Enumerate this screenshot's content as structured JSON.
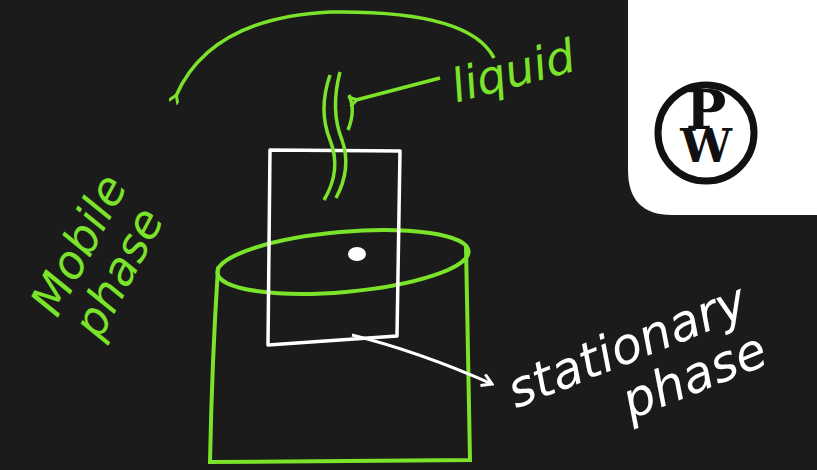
{
  "diagram": {
    "labels": [
      "Mobile phase",
      "liquid",
      "stationary phase",
      "P",
      "W"
    ]
  }
}
